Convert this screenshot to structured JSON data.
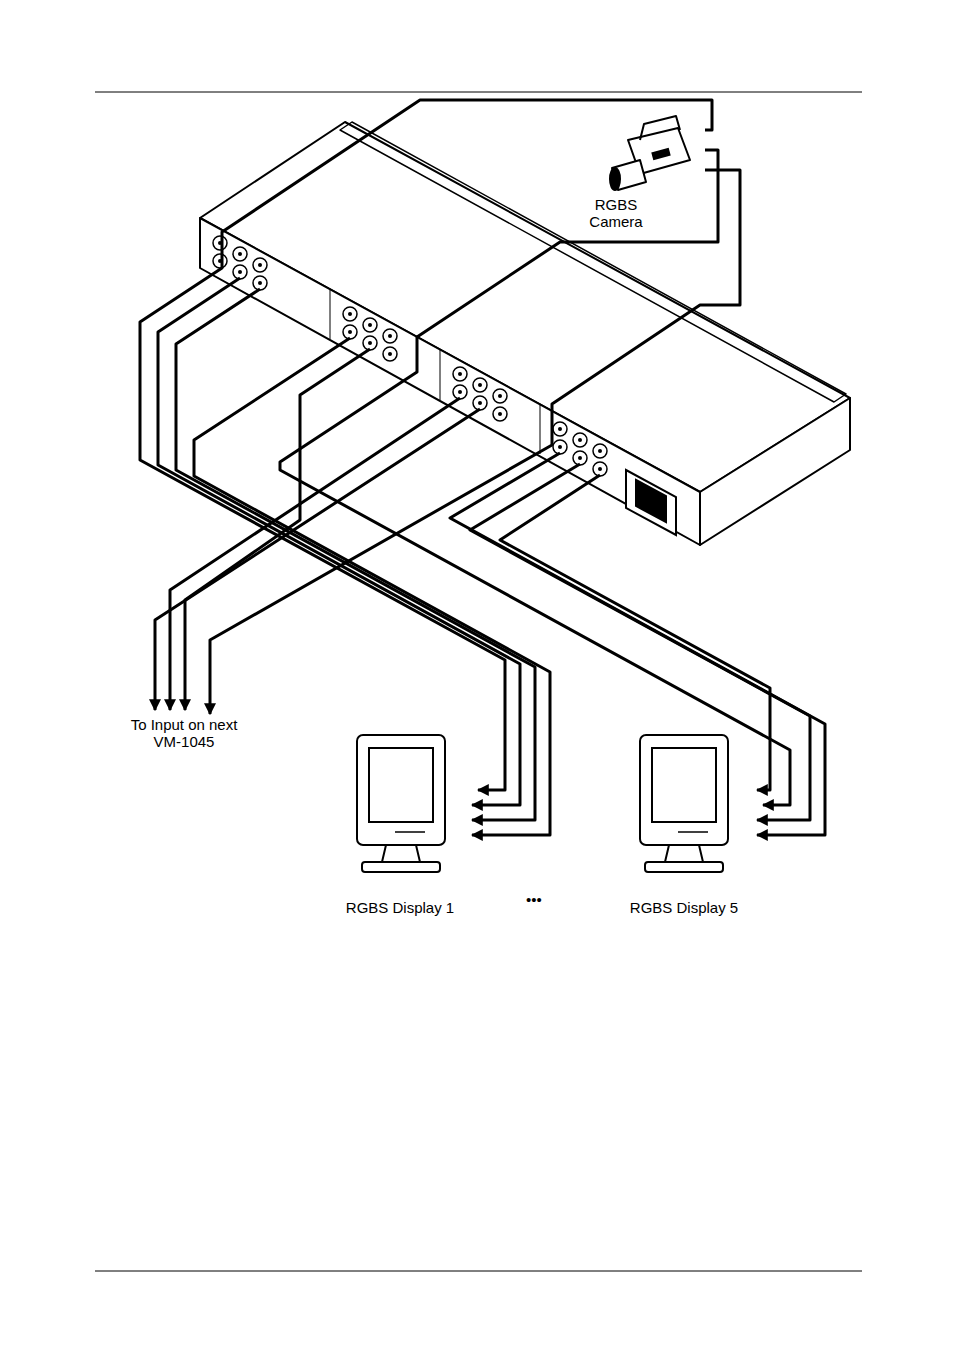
{
  "diagram": {
    "nodes": [
      {
        "text": [
          "RGBS Camera"
        ]
      },
      {
        "text": [
          "RGBS Display 1"
        ]
      },
      {
        "text": [
          "RGBS Display 5"
        ]
      },
      {
        "text": [
          "To Input on next VM-1045"
        ]
      }
    ],
    "edges": [
      {
        "from": 0,
        "to": 1,
        "arrow": "to"
      },
      {
        "from": 0,
        "to": 2,
        "arrow": "to"
      },
      {
        "from": 0,
        "to": 3,
        "arrow": "to"
      }
    ],
    "labels": [
      "•••"
    ]
  }
}
